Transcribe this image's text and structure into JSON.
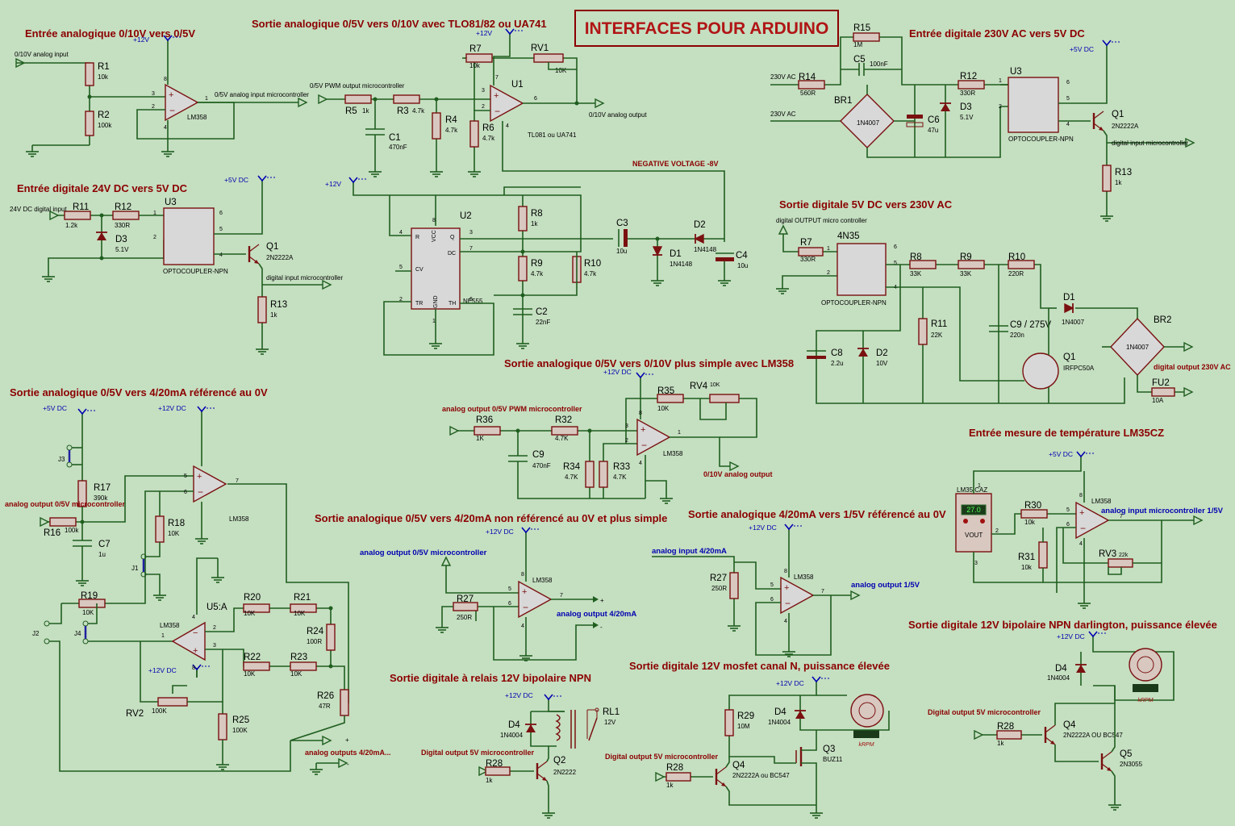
{
  "main_title": "INTERFACES POUR ARDUINO",
  "sections": {
    "s1": "Entrée analogique 0/10V vers 0/5V",
    "s2": "Sortie analogique 0/5V vers 0/10V avec TLO81/82 ou UA741",
    "s3": "Entrée digitale 230V AC vers 5V DC",
    "s4": "Entrée digitale 24V DC vers 5V DC",
    "s5": "Sortie digitale 5V DC vers 230V AC",
    "s6": "Sortie analogique 0/5V vers 0/10V plus simple avec LM358",
    "s7": "Sortie analogique 0/5V vers 4/20mA référencé au 0V",
    "s8": "Entrée mesure de température LM35CZ",
    "s9": "Sortie analogique 0/5V vers 4/20mA non référencé au 0V et plus simple",
    "s10": "Sortie analogique 4/20mA vers 1/5V référencé au 0V",
    "s11": "Sortie digitale 12V bipolaire NPN darlington, puissance élevée",
    "s12": "Sortie digitale à relais 12V bipolaire NPN",
    "s13": "Sortie digitale 12V mosfet canal N, puissance élevée",
    "negative_voltage": "NEGATIVE VOLTAGE -8V"
  },
  "c1": {
    "input": "0/10V analog input",
    "r1": "R1",
    "r1v": "10k",
    "r2": "R2",
    "r2v": "100k",
    "plus12": "+12V",
    "op": "LM358",
    "out": "0/5V analog input microcontroller",
    "p3": "3",
    "p2": "2",
    "p1": "1",
    "p8": "8",
    "p4": "4"
  },
  "c2": {
    "input": "0/5V PWM output microcontroller",
    "r5": "R5",
    "r5v": "1k",
    "r3": "R3",
    "r3v": "4.7k",
    "c1": "C1",
    "c1v": "470nF",
    "r4": "R4",
    "r4v": "4.7k",
    "r6": "R6",
    "r6v": "4.7k",
    "r7": "R7",
    "r7v": "10k",
    "rv1": "RV1",
    "rv1v": "10K",
    "u1": "U1",
    "plus12": "+12V",
    "op": "TL081 ou UA741",
    "out": "0/10V analog output",
    "p3": "3",
    "p2": "2",
    "p6": "6",
    "p7": "7",
    "p4": "4"
  },
  "c3": {
    "r15": "R15",
    "r15v": "1M",
    "c5": "C5",
    "c5v": "100nF",
    "in1": "230V AC",
    "in2": "230V AC",
    "r14": "R14",
    "r14v": "560R",
    "br1": "BR1",
    "br1v": "1N4007",
    "c6": "C6",
    "c6v": "47u",
    "r12": "R12",
    "r12v": "330R",
    "d3": "D3",
    "d3v": "5.1V",
    "u3": "U3",
    "opto": "OPTOCOUPLER-NPN",
    "plus5": "+5V DC",
    "q1": "Q1",
    "q1v": "2N2222A",
    "out": "digital input microcontroller",
    "r13": "R13",
    "r13v": "1k",
    "p1": "1",
    "p2": "2",
    "p4": "4",
    "p5": "5",
    "p6": "6"
  },
  "c4": {
    "input": "24V DC digital input",
    "r11": "R11",
    "r11v": "1.2k",
    "r12": "R12",
    "r12v": "330R",
    "d3": "D3",
    "d3v": "5.1V",
    "u3": "U3",
    "opto": "OPTOCOUPLER-NPN",
    "plus5": "+5V DC",
    "q1": "Q1",
    "q1v": "2N2222A",
    "out": "digital input microcontroller",
    "r13": "R13",
    "r13v": "1k",
    "p1": "1",
    "p2": "2",
    "p4": "4",
    "p5": "5",
    "p6": "6"
  },
  "c555": {
    "plus12": "+12V",
    "u2": "U2",
    "chip": "NE555",
    "r": "R",
    "vcc": "VCC",
    "q": "Q",
    "dc": "DC",
    "cv": "CV",
    "tr": "TR",
    "gnd": "GND",
    "th": "TH",
    "p4": "4",
    "p8": "8",
    "p3": "3",
    "p7": "7",
    "p5": "5",
    "p2": "2",
    "p1": "1",
    "p6": "6",
    "r8": "R8",
    "r8v": "1k",
    "r9": "R9",
    "r9v": "4.7k",
    "r10": "R10",
    "r10v": "4.7k",
    "c2": "C2",
    "c2v": "22nF",
    "c3": "C3",
    "c3v": "10u",
    "d1": "D1",
    "d1v": "1N4148",
    "d2": "D2",
    "d2v": "1N4148",
    "c4": "C4",
    "c4v": "10u"
  },
  "c5": {
    "input": "digital OUTPUT micro controller",
    "r7": "R7",
    "r7v": "330R",
    "opto_name": "4N35",
    "opto": "OPTOCOUPLER-NPN",
    "r8": "R8",
    "r8v": "33K",
    "r9": "R9",
    "r9v": "33K",
    "r10": "R10",
    "r10v": "220R",
    "d1": "D1",
    "d1v": "1N4007",
    "r11": "R11",
    "r11v": "22K",
    "c9": "C9 / 275V",
    "c9v": "220n",
    "br2": "BR2",
    "br2v": "1N4007",
    "c8": "C8",
    "c8v": "2.2u",
    "d2": "D2",
    "d2v": "10V",
    "q1": "Q1",
    "q1v": "IRFPC50A",
    "out": "digital output 230V AC",
    "fu2": "FU2",
    "fu2v": "10A",
    "p1": "1",
    "p2": "2",
    "p4": "4",
    "p5": "5",
    "p6": "6"
  },
  "c6": {
    "input": "analog output 0/5V PWM microcontroller",
    "plus12": "+12V DC",
    "r36": "R36",
    "r36v": "1K",
    "r32": "R32",
    "r32v": "4.7K",
    "c9": "C9",
    "c9v": "470nF",
    "r34": "R34",
    "r34v": "4.7K",
    "r33": "R33",
    "r33v": "4.7K",
    "r35": "R35",
    "r35v": "10K",
    "rv4": "RV4",
    "rv4v": "10K",
    "op": "LM358",
    "out": "0/10V analog output",
    "p3": "3",
    "p2": "2",
    "p1": "1",
    "p8": "8",
    "p4": "4"
  },
  "c7": {
    "plus5": "+5V DC",
    "plus12": "+12V DC",
    "j3": "J3",
    "r17": "R17",
    "r17v": "390k",
    "input": "analog output 0/5V microcontroller",
    "r16": "R16",
    "r16v": "100k",
    "c7": "C7",
    "c7v": "1u",
    "r18": "R18",
    "r18v": "10K",
    "j1": "J1",
    "op": "LM358",
    "r19": "R19",
    "r19v": "10K",
    "j2": "J2",
    "j4": "J4",
    "u5": "U5:A",
    "op2": "LM358",
    "r20": "R20",
    "r20v": "10K",
    "r21": "R21",
    "r21v": "10K",
    "r24": "R24",
    "r24v": "100R",
    "r22": "R22",
    "r22v": "10K",
    "r23": "R23",
    "r23v": "10K",
    "rv2": "RV2",
    "rv2v": "100K",
    "r25": "R25",
    "r25v": "100K",
    "r26": "R26",
    "r26v": "47R",
    "out": "analog outputs 4/20mA...",
    "plus": "+",
    "minus": "-",
    "p5": "5",
    "p6": "6",
    "p7": "7",
    "p2": "2",
    "p3": "3",
    "p1": "1",
    "p4": "4",
    "p8": "8"
  },
  "c8": {
    "plus5": "+5V DC",
    "sensor": "LM35 CAZ",
    "temp": "27.0",
    "vout": "VOUT",
    "r30": "R30",
    "r30v": "10k",
    "r31": "R31",
    "r31v": "10k",
    "rv3": "RV3",
    "rv3v": "22k",
    "op": "LM358",
    "out": "analog input microcontroller 1/5V",
    "p1": "1",
    "p2": "2",
    "p3": "3",
    "p5": "5",
    "p6": "6",
    "p7": "7",
    "p8": "8",
    "p4": "4"
  },
  "c9": {
    "plus12": "+12V DC",
    "input": "analog output 0/5V microcontroller",
    "r27": "R27",
    "r27v": "250R",
    "op": "LM358",
    "out": "analog output 4/20mA",
    "plus": "+",
    "minus": "-",
    "p5": "5",
    "p6": "6",
    "p7": "7",
    "p8": "8",
    "p4": "4"
  },
  "c10": {
    "plus12": "+12V DC",
    "input": "analog input 4/20mA",
    "r27": "R27",
    "r27v": "250R",
    "op": "LM358",
    "out": "analog output 1/5V",
    "p5": "5",
    "p6": "6",
    "p7": "7",
    "p8": "8",
    "p4": "4"
  },
  "c11": {
    "plus12": "+12V DC",
    "d4": "D4",
    "d4v": "1N4004",
    "rpm": "kRPM",
    "input": "Digital output 5V microcontroller",
    "r28": "R28",
    "r28v": "1k",
    "q4": "Q4",
    "q4v": "2N2222A OU BC547",
    "q5": "Q5",
    "q5v": "2N3055"
  },
  "c12": {
    "plus12": "+12V DC",
    "d4": "D4",
    "d4v": "1N4004",
    "rl1": "RL1",
    "rl1v": "12V",
    "input": "Digital output 5V microcontroller",
    "r28": "R28",
    "r28v": "1k",
    "q2": "Q2",
    "q2v": "2N2222"
  },
  "c13": {
    "plus12": "+12V DC",
    "r29": "R29",
    "r29v": "10M",
    "d4": "D4",
    "d4v": "1N4004",
    "rpm": "kRPM",
    "q3": "Q3",
    "q3v": "BUZ11",
    "input": "Digital output 5V microcontroller",
    "r28": "R28",
    "r28v": "1k",
    "q4": "Q4",
    "q4v": "2N2222A ou BC547"
  },
  "colors": {
    "background": "#c5dfc1",
    "wire": "#1f5e1f",
    "component": "#7a1010",
    "title": "#8b0000",
    "net_label": "#0000b0"
  }
}
